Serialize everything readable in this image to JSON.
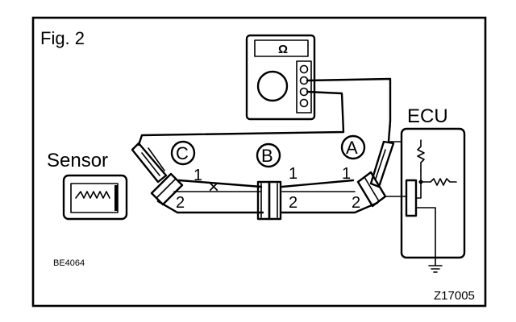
{
  "figure": {
    "label": "Fig. 2",
    "code_left": "BE4064",
    "code_right": "Z17005"
  },
  "meter": {
    "display_symbol": "Ω"
  },
  "sensor": {
    "label": "Sensor"
  },
  "ecu": {
    "label": "ECU"
  },
  "connectors": [
    {
      "letter": "C",
      "pin_top": "1",
      "pin_bottom": "2"
    },
    {
      "letter": "B",
      "pin_top": "1",
      "pin_bottom": "2"
    },
    {
      "letter": "A",
      "pin_top": "1",
      "pin_bottom": "2"
    }
  ],
  "open_circuit_mark": "×"
}
